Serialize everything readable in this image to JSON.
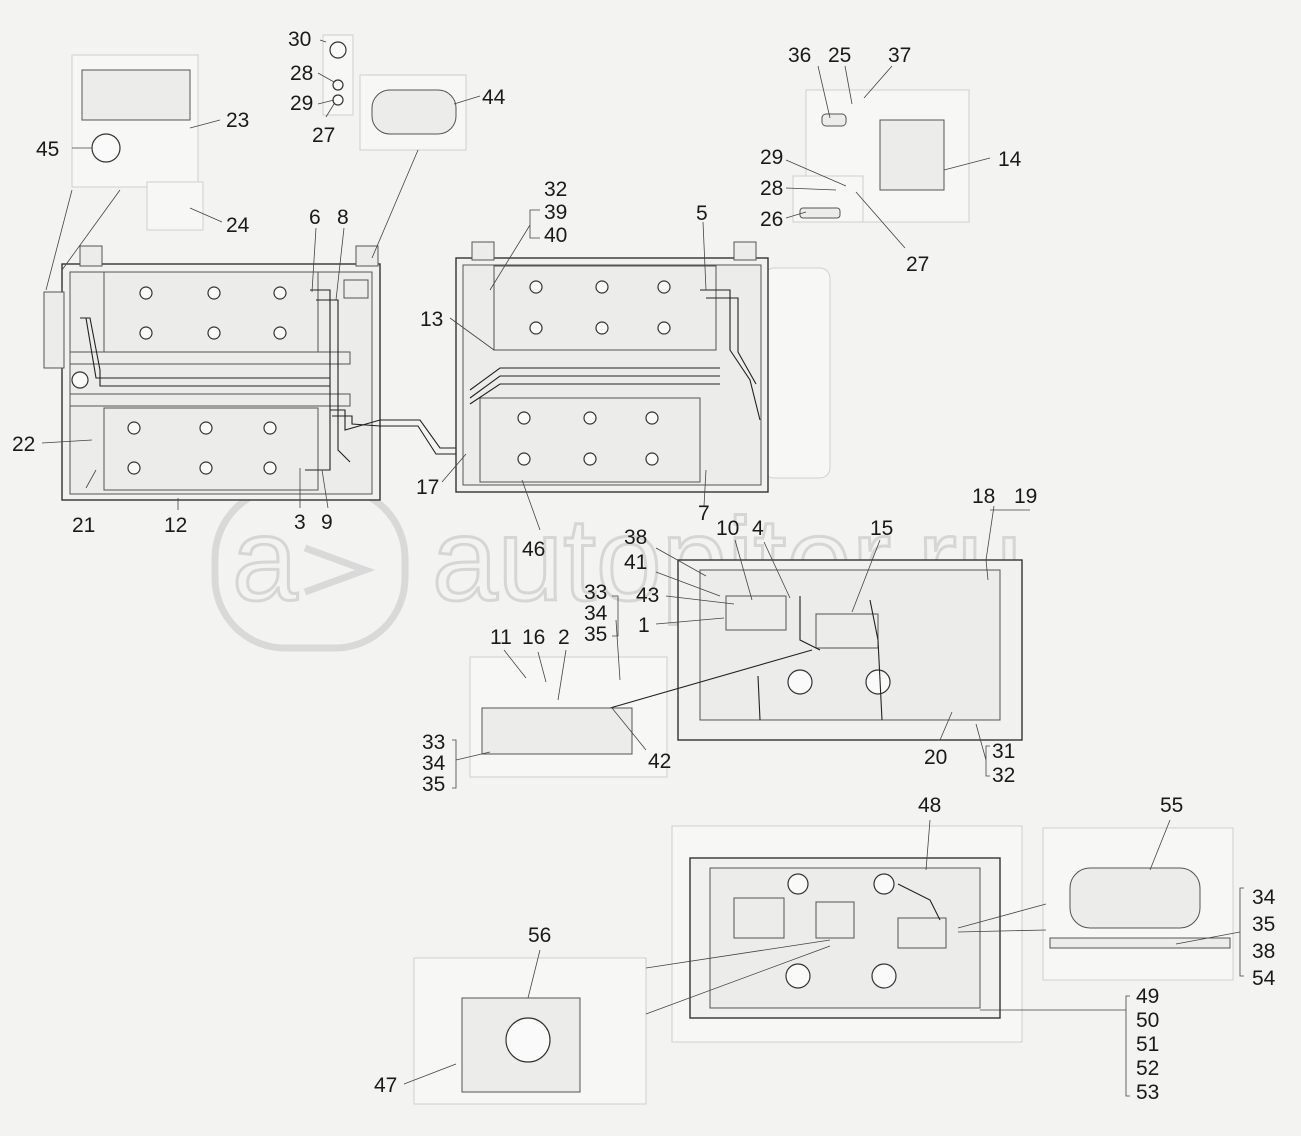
{
  "watermark": {
    "text": "autopiter.ru"
  },
  "callouts": [
    {
      "id": "c1",
      "text": "30"
    },
    {
      "id": "c2",
      "text": "28"
    },
    {
      "id": "c3",
      "text": "29"
    },
    {
      "id": "c4",
      "text": "27"
    },
    {
      "id": "c5",
      "text": "44"
    },
    {
      "id": "c6",
      "text": "45"
    },
    {
      "id": "c7",
      "text": "23"
    },
    {
      "id": "c8",
      "text": "24"
    },
    {
      "id": "c9",
      "text": "6"
    },
    {
      "id": "c10",
      "text": "8"
    },
    {
      "id": "c11",
      "text": "22"
    },
    {
      "id": "c12",
      "text": "21"
    },
    {
      "id": "c13",
      "text": "12"
    },
    {
      "id": "c14",
      "text": "3"
    },
    {
      "id": "c15",
      "text": "9"
    },
    {
      "id": "c16",
      "text": "32"
    },
    {
      "id": "c17",
      "text": "39"
    },
    {
      "id": "c18",
      "text": "40"
    },
    {
      "id": "c19",
      "text": "13"
    },
    {
      "id": "c20",
      "text": "17"
    },
    {
      "id": "c21",
      "text": "46"
    },
    {
      "id": "c22",
      "text": "5"
    },
    {
      "id": "c23",
      "text": "7"
    },
    {
      "id": "c24",
      "text": "36"
    },
    {
      "id": "c25",
      "text": "25"
    },
    {
      "id": "c26",
      "text": "37"
    },
    {
      "id": "c27",
      "text": "14"
    },
    {
      "id": "c28",
      "text": "29"
    },
    {
      "id": "c29",
      "text": "28"
    },
    {
      "id": "c30",
      "text": "26"
    },
    {
      "id": "c31",
      "text": "27"
    },
    {
      "id": "c32",
      "text": "18"
    },
    {
      "id": "c33",
      "text": "19"
    },
    {
      "id": "c34",
      "text": "10"
    },
    {
      "id": "c35",
      "text": "4"
    },
    {
      "id": "c36",
      "text": "15"
    },
    {
      "id": "c37",
      "text": "38"
    },
    {
      "id": "c38",
      "text": "41"
    },
    {
      "id": "c39",
      "text": "43"
    },
    {
      "id": "c40",
      "text": "33"
    },
    {
      "id": "c41",
      "text": "34"
    },
    {
      "id": "c42",
      "text": "35"
    },
    {
      "id": "c43",
      "text": "1"
    },
    {
      "id": "c44",
      "text": "11"
    },
    {
      "id": "c45",
      "text": "16"
    },
    {
      "id": "c46",
      "text": "2"
    },
    {
      "id": "c47",
      "text": "33"
    },
    {
      "id": "c48",
      "text": "34"
    },
    {
      "id": "c49",
      "text": "35"
    },
    {
      "id": "c50",
      "text": "42"
    },
    {
      "id": "c51",
      "text": "20"
    },
    {
      "id": "c52",
      "text": "31"
    },
    {
      "id": "c53",
      "text": "32"
    },
    {
      "id": "c54",
      "text": "48"
    },
    {
      "id": "c55",
      "text": "55"
    },
    {
      "id": "c56",
      "text": "34"
    },
    {
      "id": "c57",
      "text": "35"
    },
    {
      "id": "c58",
      "text": "38"
    },
    {
      "id": "c59",
      "text": "54"
    },
    {
      "id": "c60",
      "text": "56"
    },
    {
      "id": "c61",
      "text": "49"
    },
    {
      "id": "c62",
      "text": "50"
    },
    {
      "id": "c63",
      "text": "51"
    },
    {
      "id": "c64",
      "text": "52"
    },
    {
      "id": "c65",
      "text": "53"
    },
    {
      "id": "c66",
      "text": "47"
    }
  ]
}
